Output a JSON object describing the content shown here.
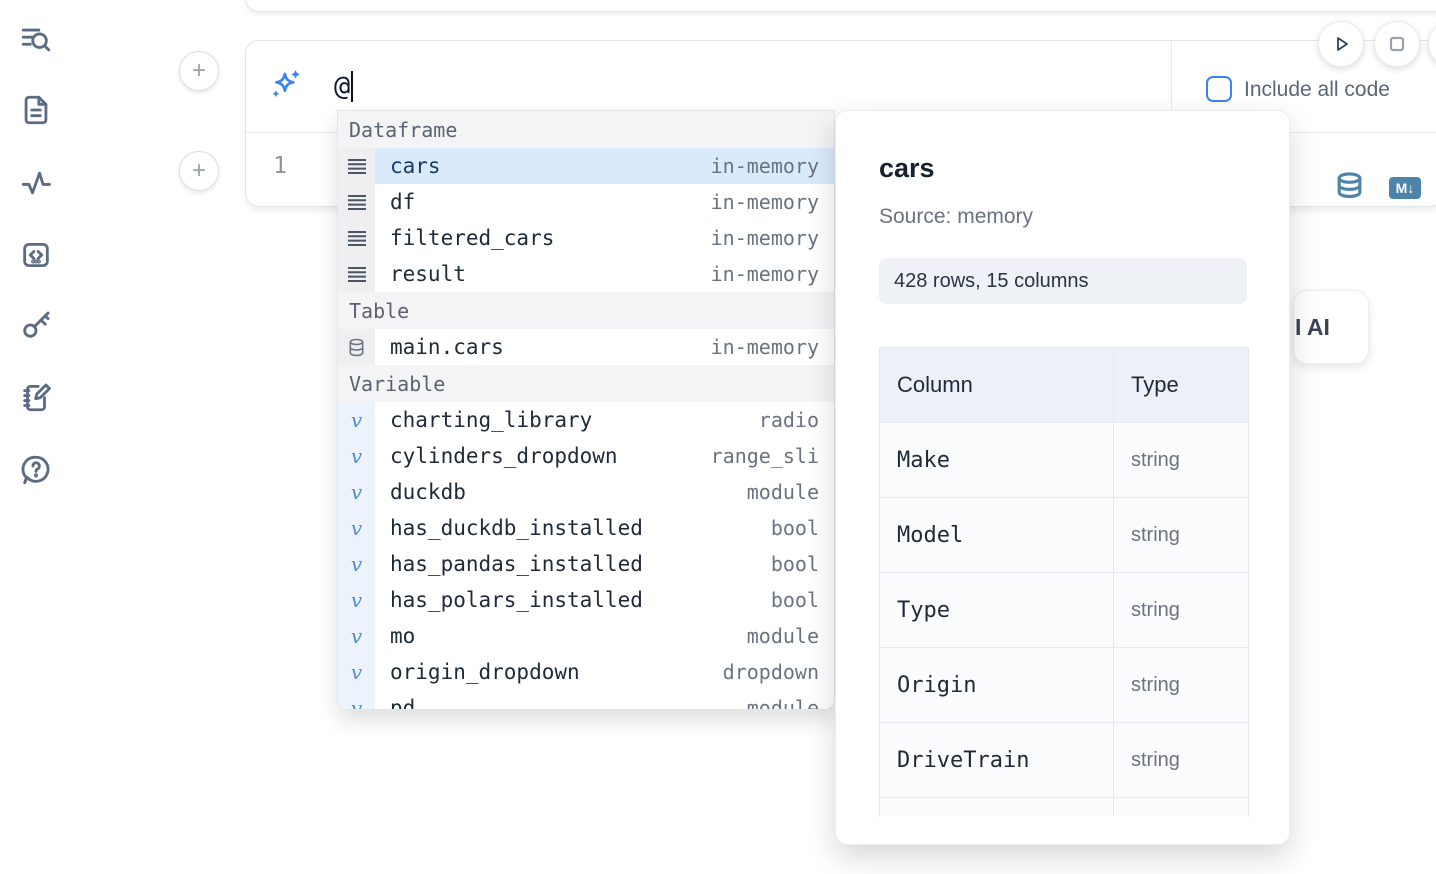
{
  "colors": {
    "accent_blue": "#3b82f6",
    "steel_blue": "#4e83aa",
    "sidebar_icon": "#5c6b84",
    "selected_row_bg": "#d9eafa",
    "selected_row_text": "#1c3a69",
    "section_header_bg": "#f4f4f6",
    "badge_bg": "#eef1f6",
    "table_header_bg": "#edf1f7"
  },
  "sidebar": {
    "icons": [
      "text-search-icon",
      "file-text-icon",
      "activity-icon",
      "code-box-icon",
      "key-icon",
      "scratchpad-icon",
      "help-chat-icon"
    ]
  },
  "prompt": {
    "text": "@"
  },
  "top_controls": {
    "include_all_code_label": "Include all code"
  },
  "editor": {
    "line_number": "1"
  },
  "cell_icons": {
    "markdown_badge": "M↓"
  },
  "autocomplete": {
    "sections": [
      {
        "label": "Dataframe",
        "items": [
          {
            "name": "cars",
            "type": "in-memory",
            "icon": "dataframe",
            "selected": true
          },
          {
            "name": "df",
            "type": "in-memory",
            "icon": "dataframe",
            "selected": false
          },
          {
            "name": "filtered_cars",
            "type": "in-memory",
            "icon": "dataframe",
            "selected": false
          },
          {
            "name": "result",
            "type": "in-memory",
            "icon": "dataframe",
            "selected": false
          }
        ]
      },
      {
        "label": "Table",
        "items": [
          {
            "name": "main.cars",
            "type": "in-memory",
            "icon": "database",
            "selected": false
          }
        ]
      },
      {
        "label": "Variable",
        "items": [
          {
            "name": "charting_library",
            "type": "radio",
            "icon": "variable",
            "selected": false
          },
          {
            "name": "cylinders_dropdown",
            "type": "range_sli",
            "icon": "variable",
            "selected": false
          },
          {
            "name": "duckdb",
            "type": "module",
            "icon": "variable",
            "selected": false
          },
          {
            "name": "has_duckdb_installed",
            "type": "bool",
            "icon": "variable",
            "selected": false
          },
          {
            "name": "has_pandas_installed",
            "type": "bool",
            "icon": "variable",
            "selected": false
          },
          {
            "name": "has_polars_installed",
            "type": "bool",
            "icon": "variable",
            "selected": false
          },
          {
            "name": "mo",
            "type": "module",
            "icon": "variable",
            "selected": false
          },
          {
            "name": "origin_dropdown",
            "type": "dropdown",
            "icon": "variable",
            "selected": false
          },
          {
            "name": "pd",
            "type": "module",
            "icon": "variable",
            "selected": false
          }
        ]
      }
    ]
  },
  "preview": {
    "title": "cars",
    "source": "Source: memory",
    "shape": "428 rows, 15 columns",
    "table": {
      "headers": [
        "Column",
        "Type"
      ],
      "rows": [
        [
          "Make",
          "string"
        ],
        [
          "Model",
          "string"
        ],
        [
          "Type",
          "string"
        ],
        [
          "Origin",
          "string"
        ],
        [
          "DriveTrain",
          "string"
        ]
      ]
    }
  },
  "ai_button": {
    "label": "I AI"
  }
}
